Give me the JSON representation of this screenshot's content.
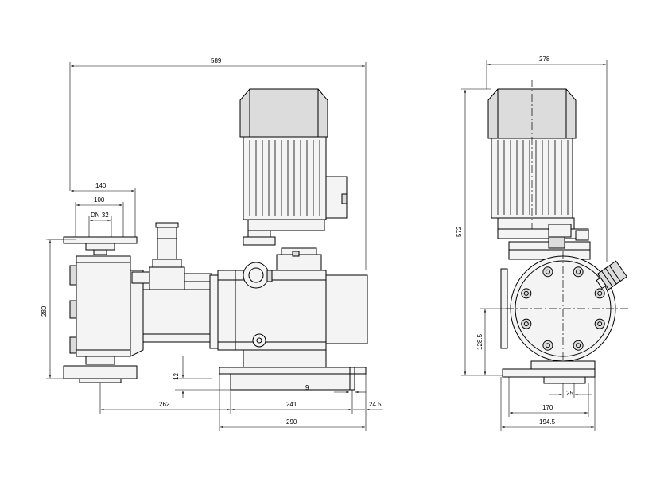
{
  "front_view": {
    "overall_width": "589",
    "flange_width": "140",
    "flange_bolt_spacing": "100",
    "connection": "DN 32",
    "height_to_flange": "280",
    "foot_offset": "12",
    "drive_offset": "262",
    "foot_spacing": "241",
    "foot_length": "290",
    "foot_edge": "24.5",
    "foot_hole": "9"
  },
  "side_view": {
    "overall_width": "278",
    "overall_height": "572",
    "shaft_height": "128.5",
    "foot_hole_width": "25",
    "foot_width": "170",
    "base_width": "194.5"
  }
}
